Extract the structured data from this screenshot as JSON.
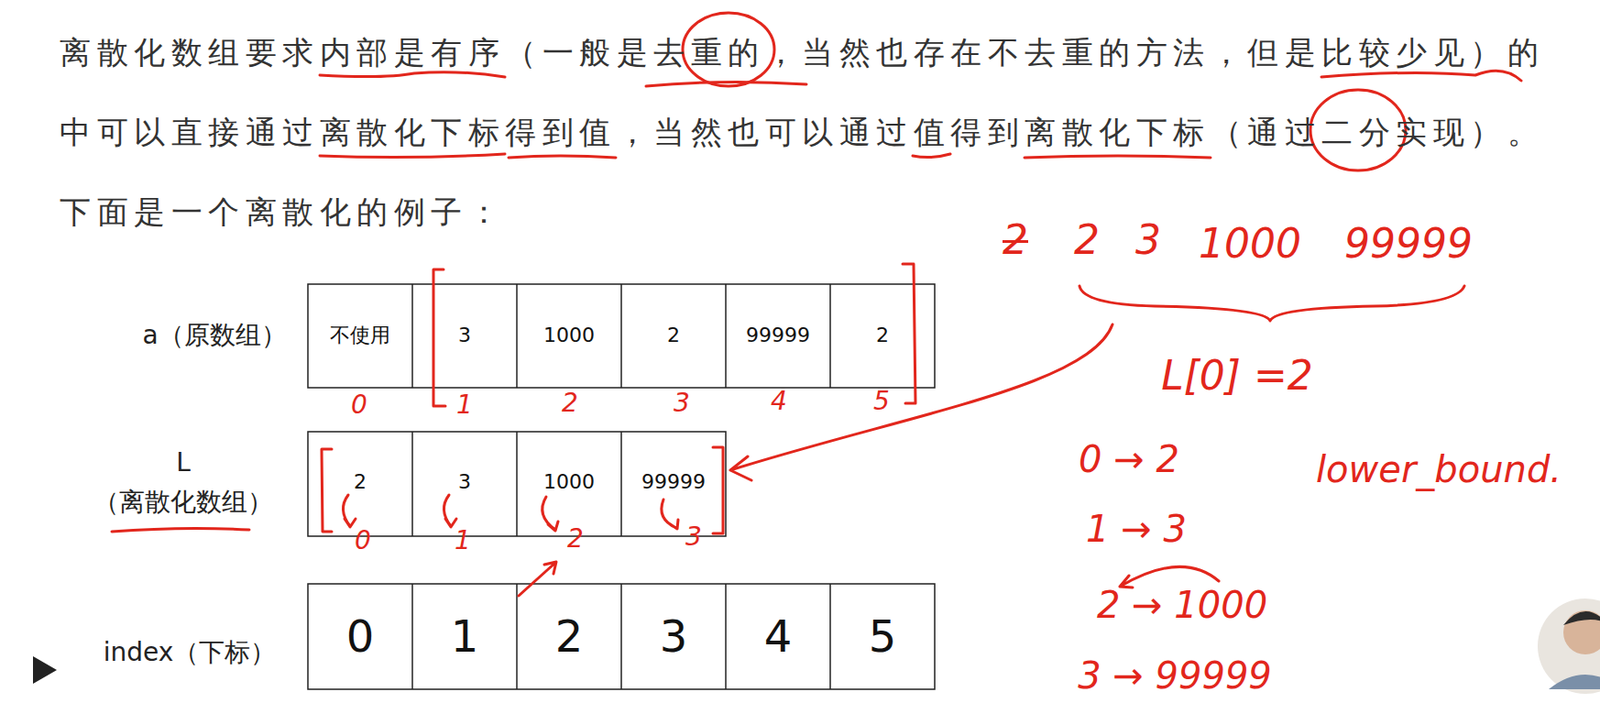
{
  "diagram": {
    "labels": [
      "离散化数组要求内部是有序（一般是去重的，当然也存在不去重的方法，但是比较少见）的",
      "中可以直接通过离散化下标得到值，当然也可以通过值得到离散化下标（通过二分实现）。",
      "下面是一个离散化的例子：",
      "a（原数组）",
      "不使用",
      "3",
      "1000",
      "2",
      "99999",
      "2",
      "0",
      "1",
      "2",
      "3",
      "4",
      "5",
      "L",
      "（离散化数组）",
      "2",
      "3",
      "1000",
      "99999",
      "0",
      "1",
      "2",
      "3",
      "index（下标）",
      "0",
      "1",
      "2",
      "3",
      "4",
      "5",
      "2",
      "2",
      "3",
      "1000",
      "99999",
      "L[0] =2",
      "0 → 2",
      "lower_bound.",
      "1 → 3",
      "2 → 1000",
      "3 → 99999"
    ]
  }
}
